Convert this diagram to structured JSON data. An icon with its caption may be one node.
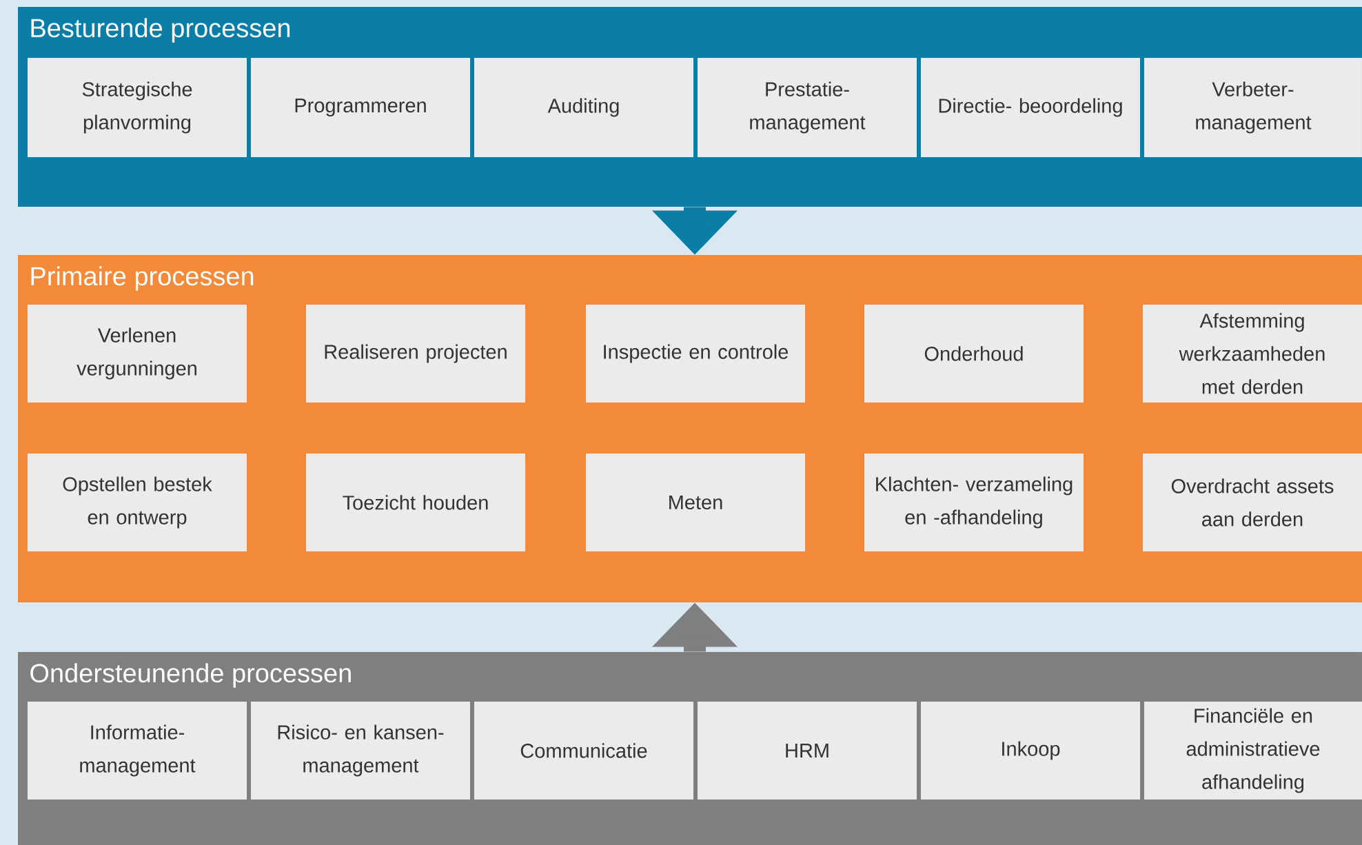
{
  "diagram": {
    "nodes": [
      {
        "text": [
          "Besturende processen"
        ]
      },
      {
        "text": [
          "Strategische planvorming"
        ],
        "in": 0
      },
      {
        "text": [
          "Programmeren"
        ],
        "in": 0
      },
      {
        "text": [
          "Auditing"
        ],
        "in": 0
      },
      {
        "text": [
          "Prestatie- management"
        ],
        "in": 0
      },
      {
        "text": [
          "Directie- beoordeling"
        ],
        "in": 0
      },
      {
        "text": [
          "Verbeter- management"
        ],
        "in": 0
      },
      {
        "text": [
          "Primaire processen"
        ]
      },
      {
        "text": [
          "Verlenen vergunningen"
        ],
        "in": 7
      },
      {
        "text": [
          "Realiseren projecten"
        ],
        "in": 7
      },
      {
        "text": [
          "Inspectie en controle"
        ],
        "in": 7
      },
      {
        "text": [
          "Onderhoud"
        ],
        "in": 7
      },
      {
        "text": [
          "Afstemming werkzaamheden met derden"
        ],
        "in": 7
      },
      {
        "text": [
          "Opstellen bestek en ontwerp"
        ],
        "in": 7
      },
      {
        "text": [
          "Toezicht houden"
        ],
        "in": 7
      },
      {
        "text": [
          "Meten"
        ],
        "in": 7
      },
      {
        "text": [
          "Klachten- verzameling en -afhandeling"
        ],
        "in": 7
      },
      {
        "text": [
          "Overdracht assets aan derden"
        ],
        "in": 7
      },
      {
        "text": [
          "Ondersteunende processen"
        ]
      },
      {
        "text": [
          "Informatie- management"
        ],
        "in": 18
      },
      {
        "text": [
          "Risico- en kansen- management"
        ],
        "in": 18
      },
      {
        "text": [
          "Communicatie"
        ],
        "in": 18
      },
      {
        "text": [
          "HRM"
        ],
        "in": 18
      },
      {
        "text": [
          "Inkoop"
        ],
        "in": 18
      },
      {
        "text": [
          "Financiële en administratieve afhandeling"
        ],
        "in": 18
      }
    ],
    "edges": [
      {
        "from": 0,
        "to": 7,
        "arrow": "to",
        "color": "#0a7ea6"
      },
      {
        "from": 18,
        "to": 7,
        "arrow": "to",
        "color": "#7f7f7f"
      }
    ]
  }
}
